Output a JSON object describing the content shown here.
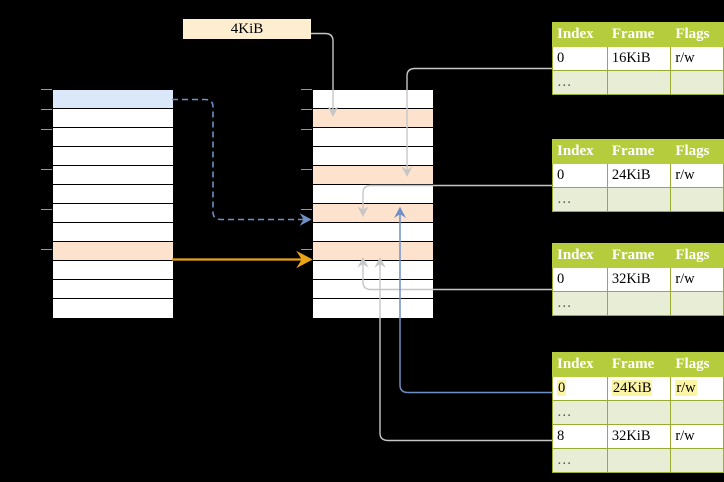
{
  "diagram": {
    "title_label": "4KiB",
    "background_color": "#000000",
    "accent_header_color": "#b5cd3c",
    "highlight_color": "#fdf5a6",
    "orange_row_color": "#fde3cd",
    "blue_row_color": "#dbe8f9",
    "orange_arrow_color": "#e8a317",
    "blue_arrow_color": "#6e8ec4",
    "gray_arrow_color": "#c8c8c8"
  },
  "label_box": {
    "text": "4KiB"
  },
  "left_column": {
    "name": "virtual-address-space",
    "row_count": 12,
    "rows": [
      {
        "index": 0,
        "fill": "blue",
        "text": ""
      },
      {
        "index": 1,
        "fill": "white",
        "text": ""
      },
      {
        "index": 2,
        "fill": "white",
        "text": ""
      },
      {
        "index": 3,
        "fill": "white",
        "text": ""
      },
      {
        "index": 4,
        "fill": "white",
        "text": ""
      },
      {
        "index": 5,
        "fill": "white",
        "text": ""
      },
      {
        "index": 6,
        "fill": "white",
        "text": ""
      },
      {
        "index": 7,
        "fill": "white",
        "text": ""
      },
      {
        "index": 8,
        "fill": "orange",
        "text": ""
      },
      {
        "index": 9,
        "fill": "white",
        "text": ""
      },
      {
        "index": 10,
        "fill": "white",
        "text": ""
      },
      {
        "index": 11,
        "fill": "white",
        "text": ""
      }
    ]
  },
  "middle_column": {
    "name": "physical-memory",
    "row_count": 12,
    "rows": [
      {
        "index": 0,
        "fill": "white",
        "text": ""
      },
      {
        "index": 1,
        "fill": "orange",
        "text": ""
      },
      {
        "index": 2,
        "fill": "white",
        "text": ""
      },
      {
        "index": 3,
        "fill": "white",
        "text": ""
      },
      {
        "index": 4,
        "fill": "orange",
        "text": ""
      },
      {
        "index": 5,
        "fill": "white",
        "text": ""
      },
      {
        "index": 6,
        "fill": "orange",
        "text": ""
      },
      {
        "index": 7,
        "fill": "white",
        "text": ""
      },
      {
        "index": 8,
        "fill": "orange",
        "text": ""
      },
      {
        "index": 9,
        "fill": "white",
        "text": ""
      },
      {
        "index": 10,
        "fill": "white",
        "text": ""
      },
      {
        "index": 11,
        "fill": "white",
        "text": ""
      }
    ]
  },
  "page_tables": [
    {
      "name": "page-table-1",
      "headers": [
        "Index",
        "Frame",
        "Flags"
      ],
      "rows": [
        {
          "cells": [
            "0",
            "16KiB",
            "r/w"
          ],
          "alt": false,
          "highlight": []
        },
        {
          "cells": [
            "…",
            "",
            ""
          ],
          "alt": true,
          "highlight": []
        }
      ]
    },
    {
      "name": "page-table-2",
      "headers": [
        "Index",
        "Frame",
        "Flags"
      ],
      "rows": [
        {
          "cells": [
            "0",
            "24KiB",
            "r/w"
          ],
          "alt": false,
          "highlight": []
        },
        {
          "cells": [
            "…",
            "",
            ""
          ],
          "alt": true,
          "highlight": []
        }
      ]
    },
    {
      "name": "page-table-3",
      "headers": [
        "Index",
        "Frame",
        "Flags"
      ],
      "rows": [
        {
          "cells": [
            "0",
            "32KiB",
            "r/w"
          ],
          "alt": false,
          "highlight": []
        },
        {
          "cells": [
            "…",
            "",
            ""
          ],
          "alt": true,
          "highlight": []
        }
      ]
    },
    {
      "name": "page-table-4",
      "headers": [
        "Index",
        "Frame",
        "Flags"
      ],
      "rows": [
        {
          "cells": [
            "0",
            "24KiB",
            "r/w"
          ],
          "alt": false,
          "highlight": [
            1,
            2
          ]
        },
        {
          "cells": [
            "…",
            "",
            ""
          ],
          "alt": true,
          "highlight": []
        },
        {
          "cells": [
            "8",
            "32KiB",
            "r/w"
          ],
          "alt": false,
          "highlight": []
        },
        {
          "cells": [
            "…",
            "",
            ""
          ],
          "alt": true,
          "highlight": []
        }
      ]
    }
  ]
}
